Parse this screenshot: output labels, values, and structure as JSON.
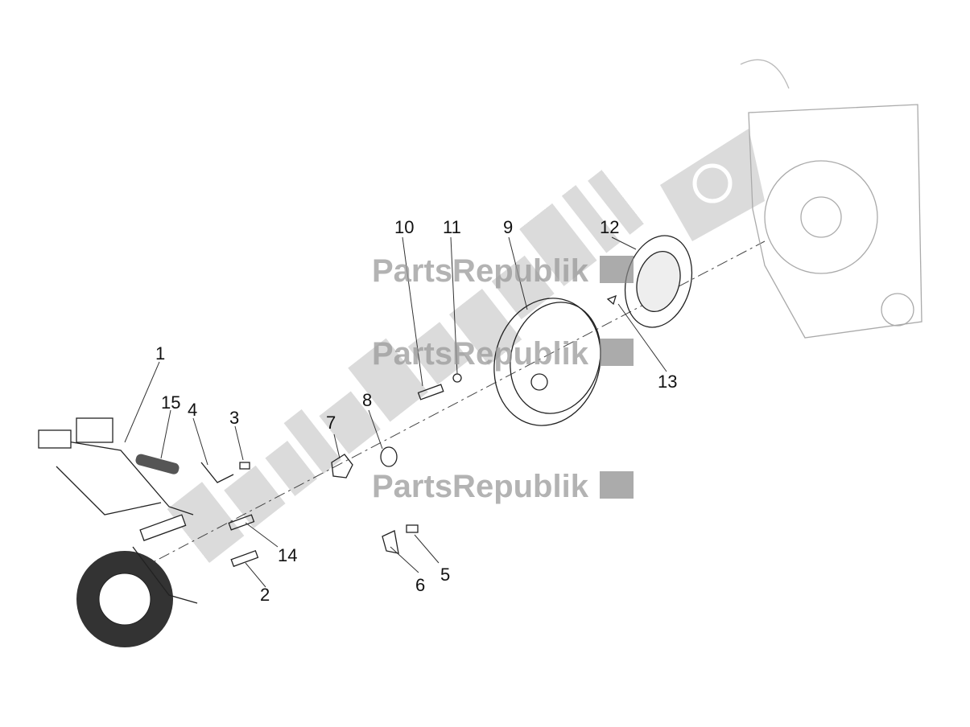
{
  "watermark": {
    "text": "PartsRepublik",
    "color": "#9a9a9a",
    "icon": "gear-flag-icon"
  },
  "callouts": [
    {
      "id": "1",
      "label": "1"
    },
    {
      "id": "2",
      "label": "2"
    },
    {
      "id": "3",
      "label": "3"
    },
    {
      "id": "4",
      "label": "4"
    },
    {
      "id": "5",
      "label": "5"
    },
    {
      "id": "6",
      "label": "6"
    },
    {
      "id": "7",
      "label": "7"
    },
    {
      "id": "8",
      "label": "8"
    },
    {
      "id": "9",
      "label": "9"
    },
    {
      "id": "10",
      "label": "10"
    },
    {
      "id": "11",
      "label": "11"
    },
    {
      "id": "12",
      "label": "12"
    },
    {
      "id": "13",
      "label": "13"
    },
    {
      "id": "14",
      "label": "14"
    },
    {
      "id": "15",
      "label": "15"
    }
  ]
}
